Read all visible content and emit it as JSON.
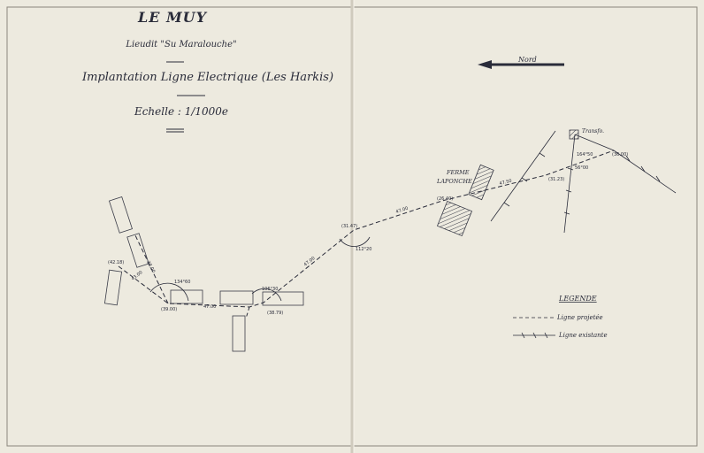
{
  "map": {
    "title": "LE MUY",
    "locality": "Lieudit \"Su Maralouche\"",
    "subtitle": "Implantation Ligne Electrique (Les Harkis)",
    "scale": "Echelle : 1/1000e",
    "north_label": "Nord",
    "farm_label_1": "FERME",
    "farm_label_2": "LAPONCHE",
    "transfo_label": "Transfo.",
    "legend": {
      "heading": "LEGENDE",
      "items": [
        {
          "label": "Ligne projetée",
          "style": "dashed"
        },
        {
          "label": "Ligne existante",
          "style": "crossed"
        }
      ]
    },
    "point_labels": [
      "(42.18)",
      "(39.00)",
      "(38.79)",
      "(31.47)",
      "(26.40)",
      "(31.23)",
      "(36.00)"
    ],
    "segment_labels": [
      "47.00",
      "47.00",
      "47.00",
      "47.50",
      "43.00",
      "38.00"
    ],
    "angle_labels": [
      "134°60",
      "106°30",
      "112°20",
      "164°50",
      "56°00"
    ],
    "colors": {
      "paper": "#edeadf",
      "ink": "#2a2c3a"
    }
  }
}
